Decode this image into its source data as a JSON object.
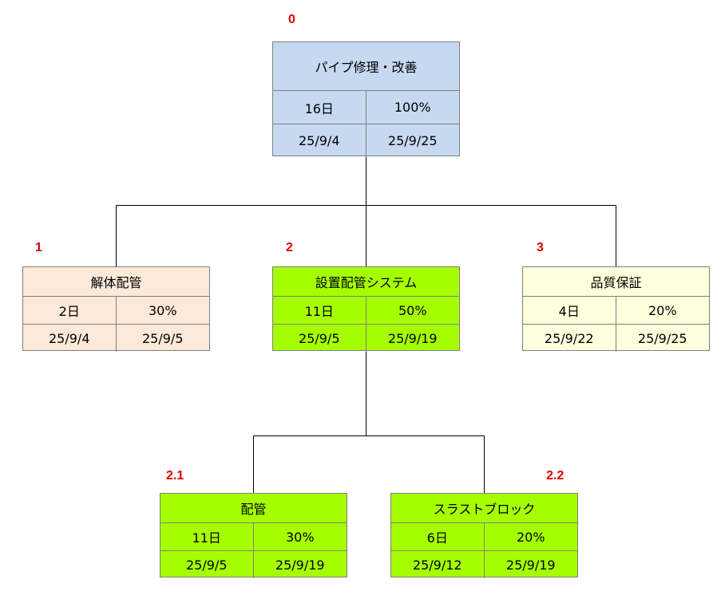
{
  "nodes": {
    "n0": {
      "id": "0",
      "name": "パイプ修理・改善",
      "duration": "16日",
      "progress": "100%",
      "start": "25/9/4",
      "end": "25/9/25",
      "color": "#c6d9f1"
    },
    "n1": {
      "id": "1",
      "name": "解体配管",
      "duration": "2日",
      "progress": "30%",
      "start": "25/9/4",
      "end": "25/9/5",
      "color": "#fde9d9"
    },
    "n2": {
      "id": "2",
      "name": "設置配管システム",
      "duration": "11日",
      "progress": "50%",
      "start": "25/9/5",
      "end": "25/9/19",
      "color": "#a6ff00"
    },
    "n3": {
      "id": "3",
      "name": "品質保証",
      "duration": "4日",
      "progress": "20%",
      "start": "25/9/22",
      "end": "25/9/25",
      "color": "#ffffdd"
    },
    "n21": {
      "id": "2.1",
      "name": "配管",
      "duration": "11日",
      "progress": "30%",
      "start": "25/9/5",
      "end": "25/9/19",
      "color": "#a6ff00"
    },
    "n22": {
      "id": "2.2",
      "name": "スラストブロック",
      "duration": "6日",
      "progress": "20%",
      "start": "25/9/12",
      "end": "25/9/19",
      "color": "#a6ff00"
    }
  },
  "colors": {
    "id_label": "#e00000",
    "border": "#7f7f7f",
    "connector": "#000000"
  }
}
